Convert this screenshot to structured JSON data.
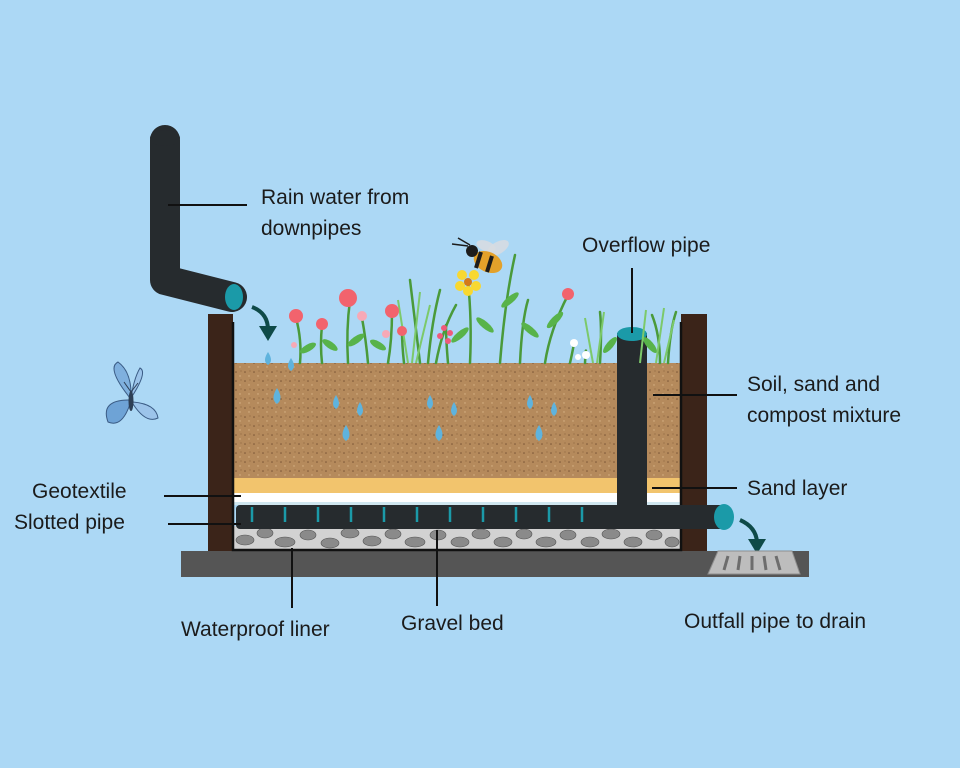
{
  "labels": {
    "rain_water": "Rain water from\ndownpipes",
    "overflow_pipe": "Overflow pipe",
    "soil_mix": "Soil, sand and\ncompost mixture",
    "sand_layer": "Sand layer",
    "geotextile": "Geotextile",
    "slotted_pipe": "Slotted pipe",
    "waterproof_liner": "Waterproof liner",
    "gravel_bed": "Gravel bed",
    "outfall_pipe": "Outfall pipe to drain"
  },
  "colors": {
    "background": "#acd8f5",
    "soil": "#b58a5c",
    "sand": "#f2c46d",
    "pipe": "#262b2e",
    "pipe_opening": "#1b9aa8",
    "wood": "#3b2419",
    "base": "#555555",
    "water_drop": "#5fb3dd",
    "gravel": "#8a8a8a"
  }
}
